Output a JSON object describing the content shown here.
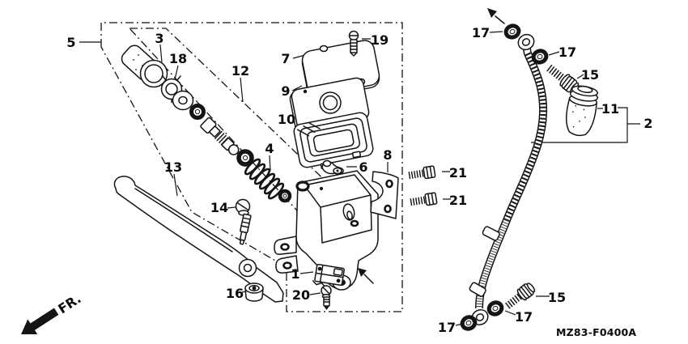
{
  "diagram": {
    "code": "MZ83-F0400A",
    "front_marker": "FR."
  },
  "callouts": {
    "c1": "1",
    "c2": "2",
    "c3": "3",
    "c4": "4",
    "c5": "5",
    "c6": "6",
    "c7": "7",
    "c8": "8",
    "c9": "9",
    "c10": "10",
    "c11": "11",
    "c12": "12",
    "c13": "13",
    "c14": "14",
    "c15a": "15",
    "c15b": "15",
    "c16": "16",
    "c17a": "17",
    "c17b": "17",
    "c17c": "17",
    "c17d": "17",
    "c18": "18",
    "c19": "19",
    "c20": "20",
    "c21a": "21",
    "c21b": "21"
  },
  "colors": {
    "ink": "#141414",
    "background": "#ffffff"
  }
}
